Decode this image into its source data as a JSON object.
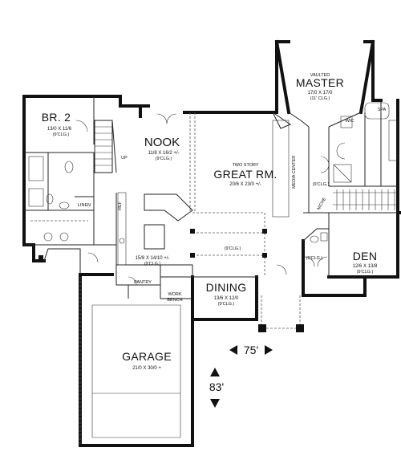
{
  "rooms": {
    "br2": {
      "name": "BR. 2",
      "dims": "13/0 X 11/6",
      "ceiling": "(9'CLG.)"
    },
    "nook": {
      "name": "NOOK",
      "dims": "11/8 X 16/2 +/-",
      "ceiling": "(9'CLG.)"
    },
    "great": {
      "pre": "TWO STORY",
      "name": "GREAT RM.",
      "dims": "20/6 X 23/0 +/-"
    },
    "master": {
      "pre": "VAULTED",
      "name": "MASTER",
      "dims": "17/0 X 17/0",
      "ceiling": "(11' CLG.)"
    },
    "kitchen": {
      "dims": "15/8 X 14/10 +/-",
      "ceiling": "(9'CLG.)"
    },
    "dining": {
      "name": "DINING",
      "dims": "13/6 X 12/0",
      "ceiling": "(9'CLG.)"
    },
    "den": {
      "name": "DEN",
      "dims": "12/6 X 13/8",
      "ceiling": "(9'CLG.)"
    },
    "garage": {
      "name": "GARAGE",
      "dims": "21/0 X 30/0 +"
    }
  },
  "labels": {
    "linen": "LINEN",
    "up": "UP",
    "pantry": "PANTRY",
    "work_bench": [
      "WORK",
      "BENCH"
    ],
    "spa": "SPA",
    "media_center": "MEDIA CENTER",
    "niche": "NICHE",
    "ref": "REF",
    "ceiling_9": "(9'CLG.)",
    "wic": "WIC"
  },
  "dimensions": {
    "width": "75'",
    "depth": "83'"
  }
}
